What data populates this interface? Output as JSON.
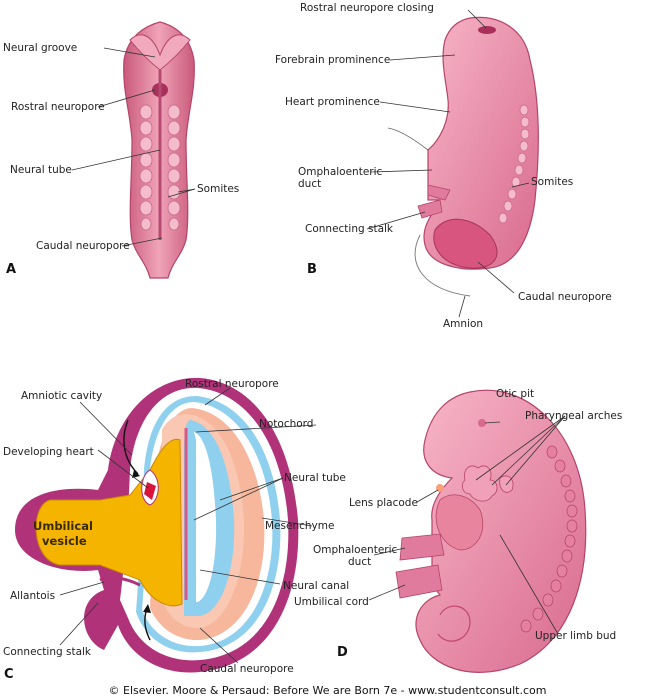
{
  "panels": {
    "a": {
      "letter": "A",
      "labels": {
        "neural_groove": "Neural groove",
        "rostral_neuropore": "Rostral neuropore",
        "neural_tube": "Neural tube",
        "somites": "Somites",
        "caudal_neuropore": "Caudal neuropore"
      }
    },
    "b": {
      "letter": "B",
      "labels": {
        "rostral_neuropore_closing": "Rostral neuropore closing",
        "forebrain_prominence": "Forebrain prominence",
        "heart_prominence": "Heart prominence",
        "omphaloenteric_duct_1": "Omphaloenteric",
        "omphaloenteric_duct_2": "duct",
        "somites": "Somites",
        "connecting_stalk": "Connecting stalk",
        "caudal_neuropore": "Caudal neuropore",
        "amnion": "Amnion"
      }
    },
    "c": {
      "letter": "C",
      "labels": {
        "amniotic_cavity": "Amniotic cavity",
        "rostral_neuropore": "Rostral neuropore",
        "notochord": "Notochord",
        "developing_heart": "Developing heart",
        "neural_tube": "Neural tube",
        "umbilical_vesicle_1": "Umbilical",
        "umbilical_vesicle_2": "vesicle",
        "mesenchyme": "Mesenchyme",
        "neural_canal": "Neural canal",
        "allantois": "Allantois",
        "connecting_stalk": "Connecting stalk",
        "caudal_neuropore": "Caudal neuropore"
      }
    },
    "d": {
      "letter": "D",
      "labels": {
        "otic_pit": "Otic pit",
        "pharyngeal_arches": "Pharyngeal arches",
        "lens_placode": "Lens placode",
        "omphaloenteric_duct_1": "Omphaloenteric",
        "omphaloenteric_duct_2": "duct",
        "umbilical_cord": "Umbilical cord",
        "upper_limb_bud": "Upper limb bud"
      }
    }
  },
  "credit": "© Elsevier. Moore & Persaud: Before We are Born 7e - www.studentconsult.com",
  "colors": {
    "embryo_pink": "#e98aa6",
    "embryo_dark": "#c2466c",
    "umbilical_vesicle": "#f5b400",
    "amnion_magenta": "#b0337a",
    "neural_tube_blue": "#8ed0ee",
    "mesenchyme_peach": "#f6b79c",
    "heart_red": "#d9143a"
  }
}
